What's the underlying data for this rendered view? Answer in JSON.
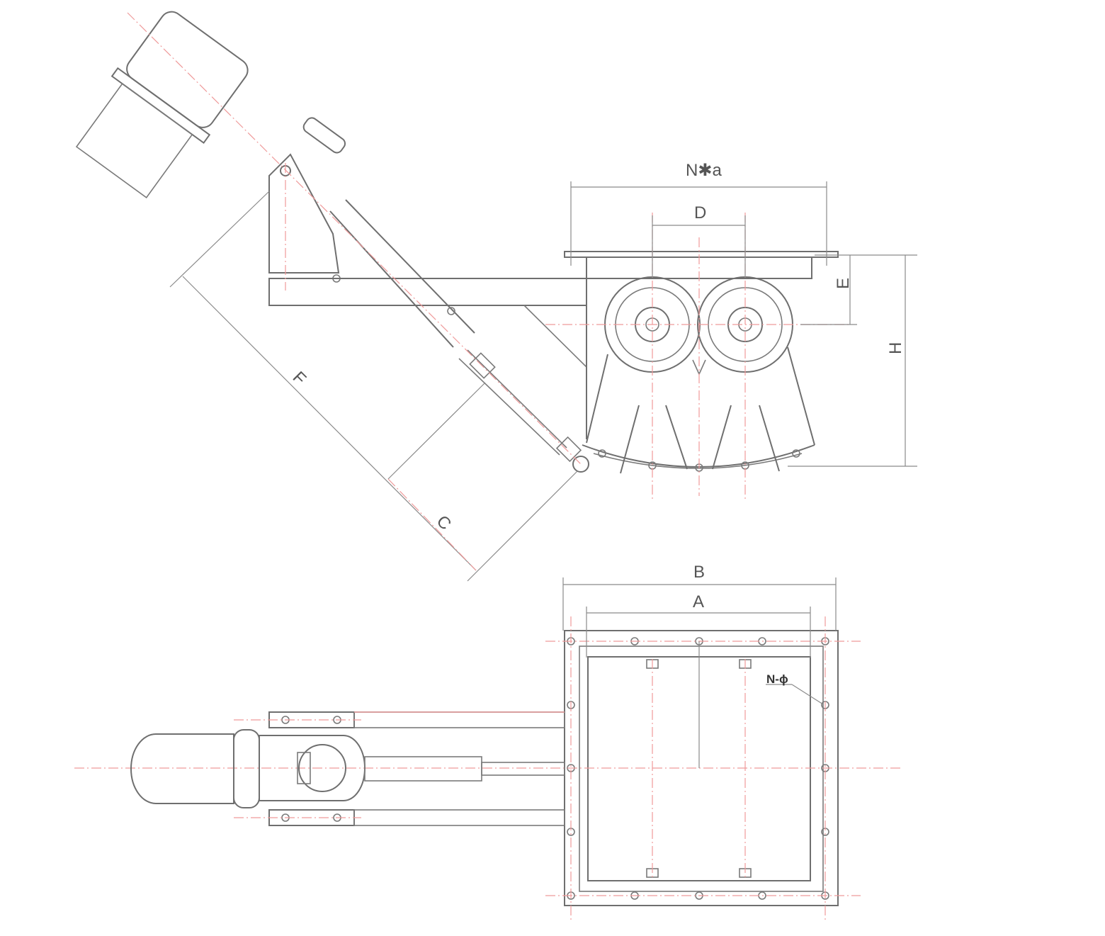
{
  "labels": {
    "n_a": "N✱a",
    "d": "D",
    "e": "E",
    "h": "H",
    "f": "F",
    "c": "C",
    "b": "B",
    "a": "A",
    "n_phi": "N-ϕ"
  },
  "colors": {
    "outline": "#6f6f6f",
    "centerline": "#ef9a9a",
    "dimension": "#8a8a8a",
    "label": "#555555"
  }
}
